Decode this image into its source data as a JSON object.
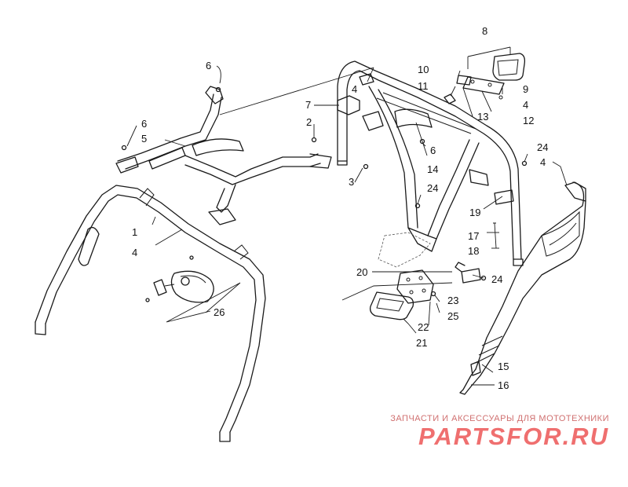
{
  "labels": {
    "l1": "1",
    "l2": "2",
    "l3": "3",
    "l4a": "4",
    "l4b": "4",
    "l4c": "4",
    "l4d": "4",
    "l5": "5",
    "l6a": "6",
    "l6b": "6",
    "l6c": "6",
    "l7": "7",
    "l8": "8",
    "l9": "9",
    "l10": "10",
    "l11": "11",
    "l12": "12",
    "l13": "13",
    "l14": "14",
    "l15": "15",
    "l16": "16",
    "l17": "17",
    "l18": "18",
    "l19": "19",
    "l20": "20",
    "l21": "21",
    "l22": "22",
    "l23": "23",
    "l24a": "24",
    "l24b": "24",
    "l24c": "24",
    "l25": "25",
    "l26": "26"
  },
  "watermark": {
    "caption": "ЗАПЧАСТИ И АКСЕССУАРЫ ДЛЯ МОТОТЕХНИКИ",
    "logo": "PARTSFOR.RU"
  },
  "colors": {
    "line": "#1a1a1a",
    "watermark": "#ef6f6f"
  }
}
